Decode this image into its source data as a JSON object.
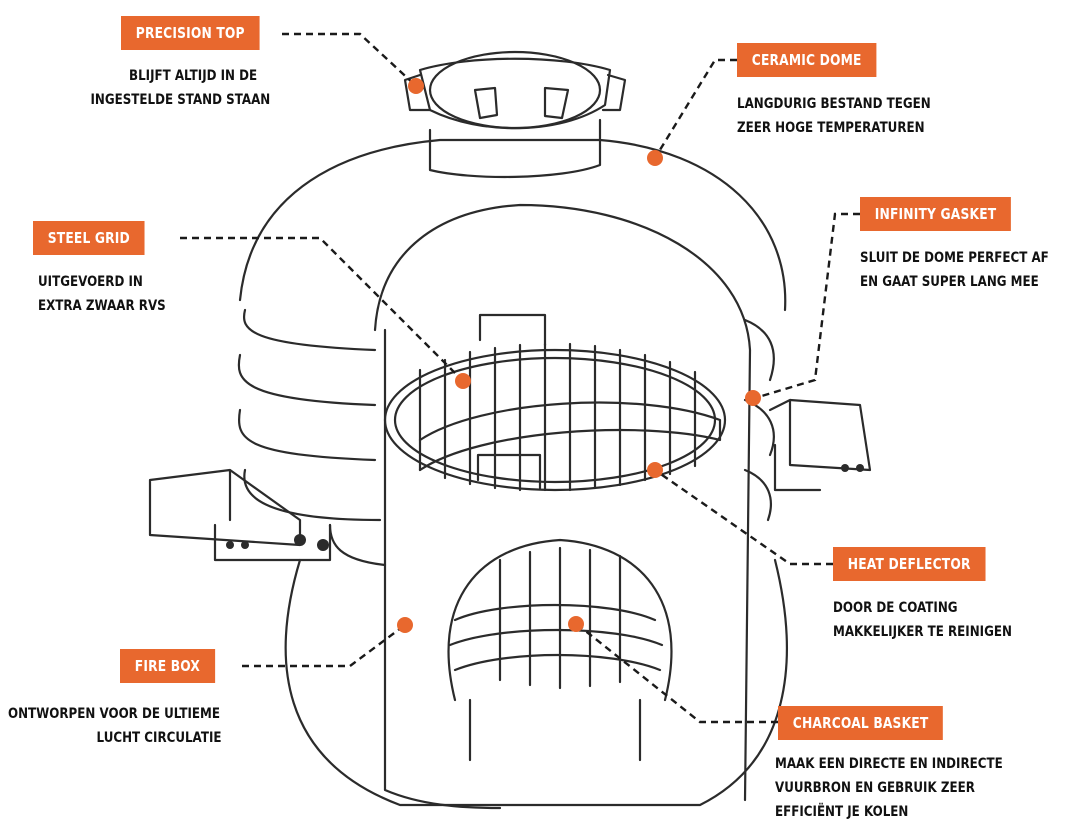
{
  "colors": {
    "accent": "#e8682e",
    "ink": "#111111",
    "line": "#2b2b2b"
  },
  "callouts": [
    {
      "id": "precision-top",
      "label": "PRECISION TOP",
      "lines": [
        "BLIJFT ALTIJD IN DE",
        "INGESTELDE STAND STAAN"
      ]
    },
    {
      "id": "ceramic-dome",
      "label": "CERAMIC DOME",
      "lines": [
        "LANGDURIG BESTAND TEGEN",
        "ZEER HOGE TEMPERATUREN"
      ]
    },
    {
      "id": "steel-grid",
      "label": "STEEL GRID",
      "lines": [
        "UITGEVOERD IN",
        "EXTRA ZWAAR RVS"
      ]
    },
    {
      "id": "infinity-gasket",
      "label": "INFINITY GASKET",
      "lines": [
        "SLUIT DE DOME PERFECT AF",
        "EN GAAT SUPER LANG MEE"
      ]
    },
    {
      "id": "heat-deflector",
      "label": "HEAT DEFLECTOR",
      "lines": [
        "DOOR DE COATING",
        "MAKKELIJKER TE REINIGEN"
      ]
    },
    {
      "id": "fire-box",
      "label": "FIRE BOX",
      "lines": [
        "ONTWORPEN VOOR DE ULTIEME",
        "LUCHT CIRCULATIE"
      ]
    },
    {
      "id": "charcoal-basket",
      "label": "CHARCOAL BASKET",
      "lines": [
        "MAAK EEN DIRECTE EN INDIRECTE",
        "VUURBRON EN GEBRUIK ZEER",
        "EFFICIËNT JE KOLEN"
      ]
    }
  ]
}
